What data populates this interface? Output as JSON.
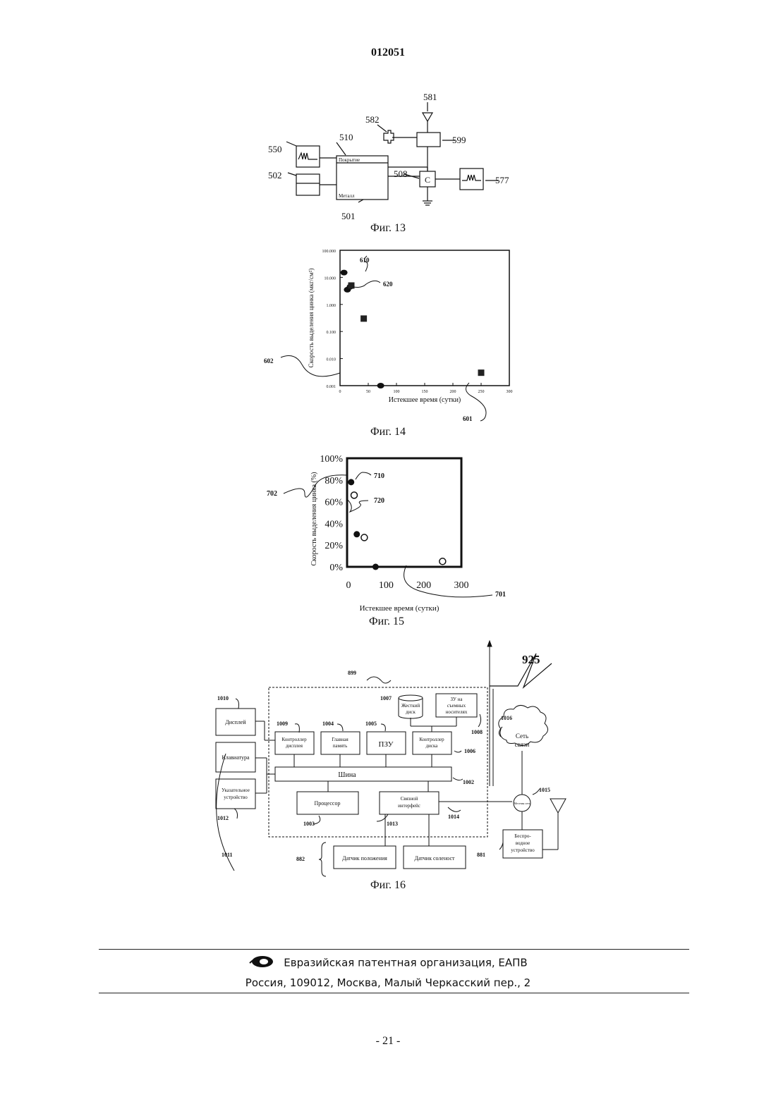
{
  "header": {
    "patent_number": "012051"
  },
  "fig13": {
    "caption": "Фиг. 13",
    "labels": [
      "581",
      "582",
      "599",
      "510",
      "550",
      "502",
      "508",
      "577",
      "501"
    ],
    "layer_top": "Покрытие",
    "layer_bottom": "Металл",
    "component": "C"
  },
  "fig14": {
    "caption": "Фиг. 14",
    "callouts": [
      "610",
      "620",
      "602",
      "601"
    ],
    "chart_data": {
      "type": "scatter",
      "title": "",
      "xlabel": "Истекшее время (сутки)",
      "ylabel": "Скорость выделения цинка (мкг/см²)",
      "xlim": [
        0,
        300
      ],
      "ylim": [
        0.001,
        100
      ],
      "yscale": "log",
      "x_ticks": [
        "0",
        "50",
        "100",
        "150",
        "200",
        "250",
        "300"
      ],
      "y_ticks": [
        "0.001",
        "0.010",
        "0.100",
        "1.000",
        "10.000",
        "100.000"
      ],
      "series": [
        {
          "marker": "circle",
          "points": [
            [
              7,
              15
            ],
            [
              13,
              3.5
            ],
            [
              18,
              4.5
            ],
            [
              72,
              0.001
            ]
          ]
        },
        {
          "marker": "square",
          "points": [
            [
              20,
              5
            ],
            [
              42,
              0.3
            ],
            [
              250,
              0.003
            ]
          ]
        }
      ]
    }
  },
  "fig15": {
    "caption": "Фиг. 15",
    "callouts": [
      "710",
      "720",
      "702",
      "701"
    ],
    "chart_data": {
      "type": "scatter",
      "title": "",
      "xlabel": "Истекшее время (сутки)",
      "ylabel": "Скорость выделения цинка (%)",
      "xlim": [
        0,
        300
      ],
      "ylim": [
        0,
        100
      ],
      "x_ticks": [
        "0",
        "100",
        "200",
        "300"
      ],
      "y_ticks": [
        "0%",
        "20%",
        "40%",
        "60%",
        "80%",
        "100%"
      ],
      "series": [
        {
          "marker": "filled",
          "points": [
            [
              7,
              78
            ],
            [
              22,
              30
            ],
            [
              72,
              0
            ]
          ]
        },
        {
          "marker": "open",
          "points": [
            [
              15,
              66
            ],
            [
              42,
              27
            ],
            [
              250,
              5
            ]
          ]
        }
      ]
    }
  },
  "fig16": {
    "caption": "Фиг. 16",
    "boxes": {
      "display": "Дисплей",
      "keyboard": "Клавиатура",
      "pointer_1": "Указательное",
      "pointer_2": "устройство",
      "disp_ctrl_1": "Контроллер",
      "disp_ctrl_2": "дисплея",
      "main_mem_1": "Главная",
      "main_mem_2": "память",
      "rom": "ПЗУ",
      "disk_ctrl_1": "Контроллер",
      "disk_ctrl_2": "диска",
      "hdd_1": "Жесткий",
      "hdd_2": "диск",
      "removable_1": "ЗУ на",
      "removable_2": "съемных",
      "removable_3": "носителях",
      "bus": "Шина",
      "cpu": "Процессор",
      "comm_1": "Связной",
      "comm_2": "интерфейс",
      "network_1": "Сеть",
      "network_2": "связи",
      "meter": "Местная сеть",
      "wireless_1": "Беспро-",
      "wireless_2": "водное",
      "wireless_3": "устройство",
      "pos_sensor": "Датчик положения",
      "salt_sensor": "Датчик соленост"
    },
    "refs": [
      "899",
      "925",
      "1010",
      "1007",
      "1009",
      "1004",
      "1005",
      "1006",
      "1008",
      "1016",
      "1002",
      "1015",
      "1012",
      "1003",
      "1013",
      "1014",
      "1011",
      "882",
      "881"
    ]
  },
  "footer": {
    "organization": "Евразийская патентная организация, ЕАПВ",
    "address": "Россия, 109012, Москва, Малый Черкасский пер., 2"
  },
  "page_number": "- 21 -"
}
